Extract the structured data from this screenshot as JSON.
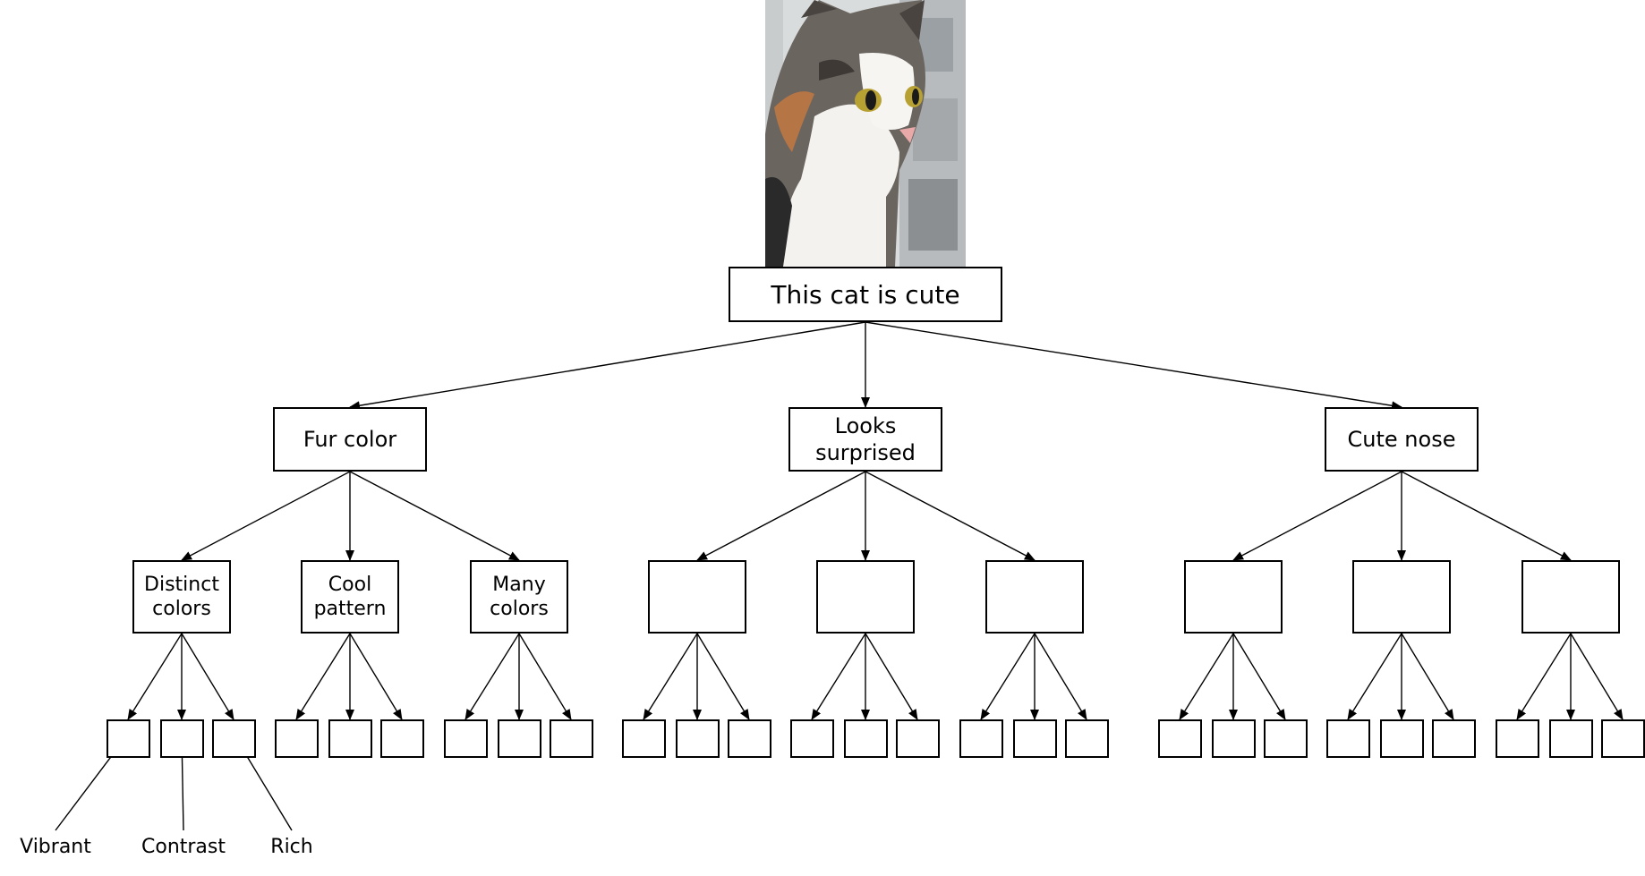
{
  "root": {
    "label": "This cat is cute"
  },
  "image": {
    "subject": "tabby-and-white cat looking sideways near a window"
  },
  "level1": [
    {
      "label": "Fur color",
      "children": [
        {
          "label": "Distinct colors"
        },
        {
          "label": "Cool pattern"
        },
        {
          "label": "Many colors"
        }
      ]
    },
    {
      "label": "Looks surprised",
      "children": [
        {
          "label": ""
        },
        {
          "label": ""
        },
        {
          "label": ""
        }
      ]
    },
    {
      "label": "Cute nose",
      "children": [
        {
          "label": ""
        },
        {
          "label": ""
        },
        {
          "label": ""
        }
      ]
    }
  ],
  "leaf_annotations": [
    "Vibrant",
    "Contrast",
    "Rich"
  ],
  "colors": {
    "line": "#000000",
    "background": "#ffffff"
  }
}
